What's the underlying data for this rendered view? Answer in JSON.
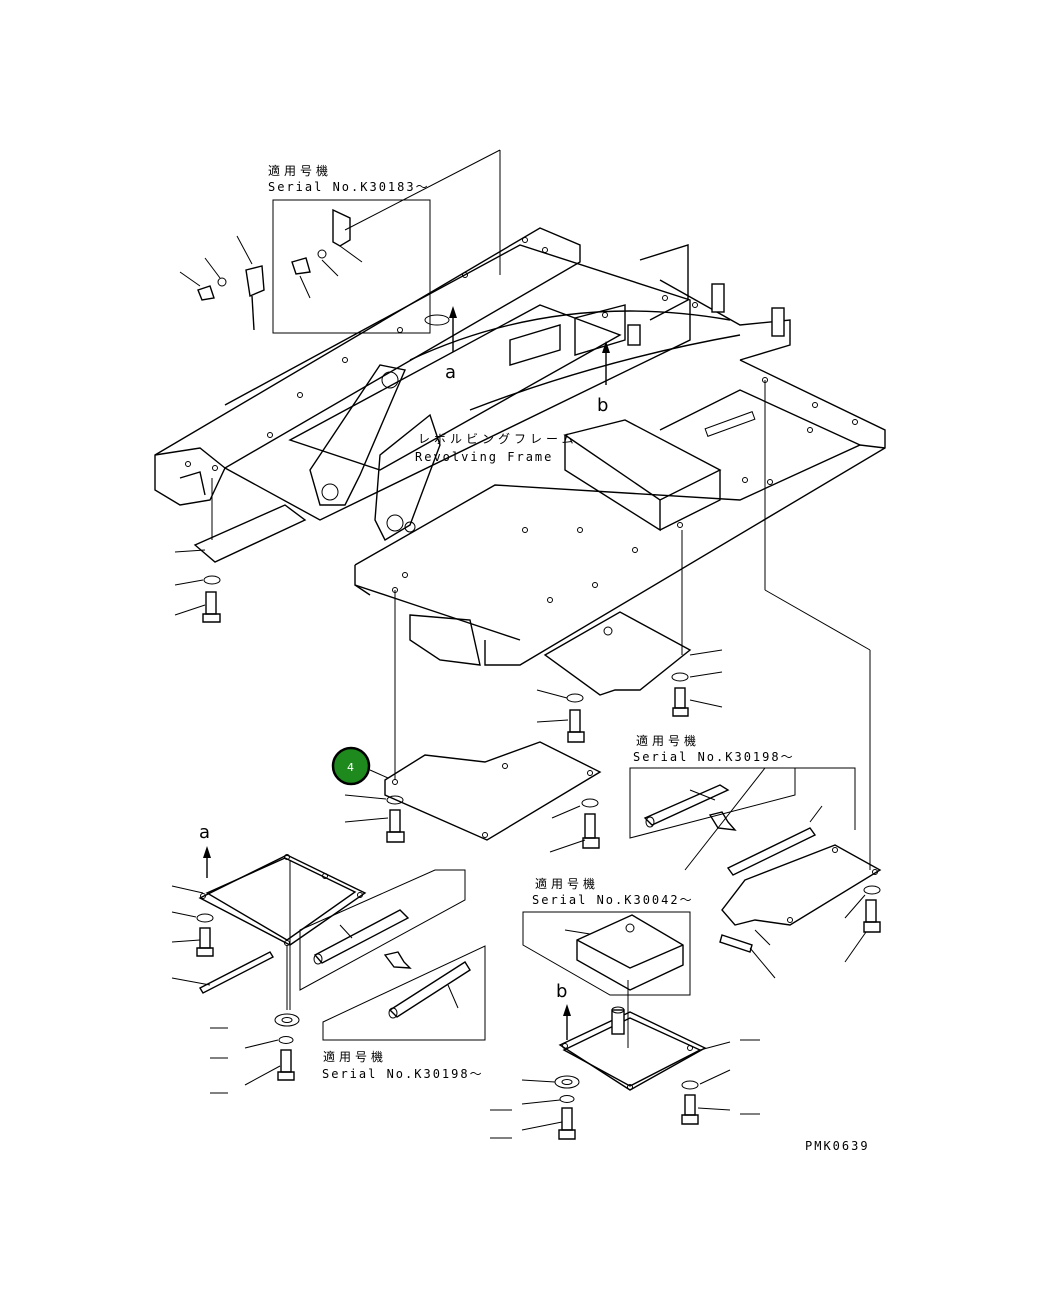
{
  "callouts": {
    "serial_box_1": {
      "jp": "適用号機",
      "serial": "Serial No.K30183～"
    },
    "serial_box_2": {
      "jp": "適用号機",
      "serial": "Serial No.K30198～"
    },
    "serial_box_3": {
      "jp": "適用号機",
      "serial": "Serial No.K30042～"
    },
    "serial_box_4": {
      "jp": "適用号機",
      "serial": "Serial No.K30198～"
    }
  },
  "frame_label": {
    "jp": "レボルビングフレーム",
    "en": "Revolving Frame"
  },
  "arrows": {
    "a_top": "a",
    "b_top": "b",
    "a_bottom": "a",
    "b_bottom": "b"
  },
  "part_marker": {
    "number": "4",
    "color": "#1e8a1e"
  },
  "drawing_code": "PMK0639"
}
